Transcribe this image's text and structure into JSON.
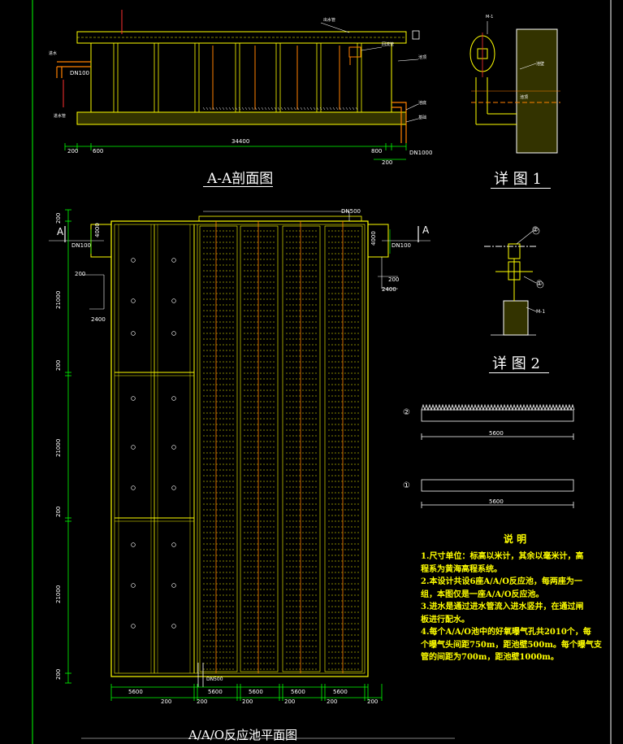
{
  "titles": {
    "section": "A-A剖面图",
    "detail1": "详 图 1",
    "detail2": "详 图 2",
    "plan": "A/A/O反应池平面图"
  },
  "section_dims": {
    "left_a": "200",
    "left_b": "600",
    "total": "34400",
    "right_a": "800",
    "right_b": "200",
    "pipe_in": "DN100",
    "pipe_out": "DN1000"
  },
  "plan_dims": {
    "top_pipe": "DN500",
    "left_pipe": "DN100",
    "right_pipe": "DN100",
    "left_h": "4000",
    "right_h": "4000",
    "left_200": "200",
    "left_2400": "2400",
    "right_200": "200",
    "right_2400": "2400",
    "section_marker": "A",
    "bottom_pipe": "DN500",
    "vertical": [
      "200",
      "21000",
      "200",
      "21000",
      "200",
      "21000",
      "200"
    ],
    "bottom_top_row": [
      "5600",
      "5600",
      "5600",
      "5600",
      "5600"
    ],
    "bottom_bottom_row": [
      "200",
      "200",
      "200",
      "200",
      "200",
      "200"
    ]
  },
  "plates": {
    "plate2_label": "②",
    "plate2_dim": "5600",
    "plate1_label": "①",
    "plate1_dim": "5600"
  },
  "detail2_labels": {
    "callout_top": "②",
    "callout_mid": "①",
    "tag": "M-1"
  },
  "notes": {
    "heading": "说 明",
    "lines": [
      "1.尺寸单位：标高以米计，其余以毫米计，高",
      "程系为黄海高程系统。",
      "2.本设计共设6座A/A/O反应池，每两座为一",
      "组，本图仅是一座A/A/O反应池。",
      "3.进水是通过进水管流入进水竖井，在通过闸",
      "板进行配水。",
      "4.每个A/A/O池中的好氧曝气孔共2010个，每",
      "个曝气头间距750m，距池壁500m。每个曝气支",
      "管的间距为700m，距池壁1000m。"
    ]
  },
  "colors": {
    "line": "#ffffff",
    "yellow": "#ffff00",
    "orange": "#ff8000",
    "green": "#00ff00",
    "red": "#ff3030",
    "cyan": "#00ffff"
  }
}
